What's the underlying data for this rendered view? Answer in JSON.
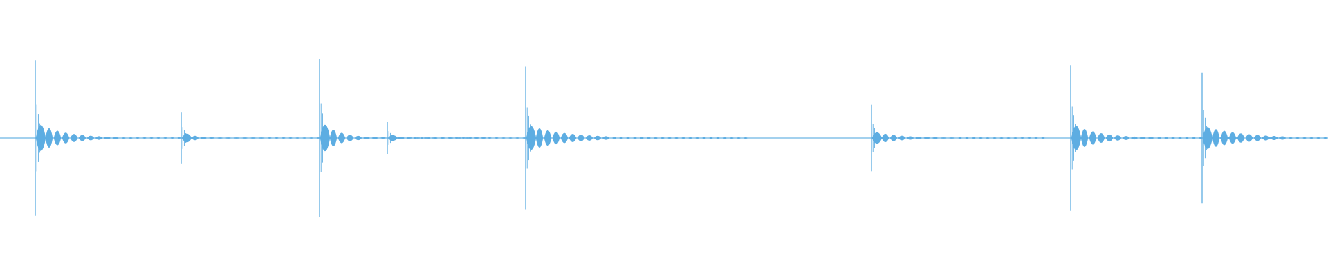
{
  "waveform": {
    "color": "#5DADE2",
    "background": "#FFFFFF",
    "events": [
      {
        "name": "transient-1",
        "strength": 0.98,
        "sustain": 0.8,
        "tail": 0.12
      },
      {
        "name": "transient-2",
        "strength": 0.32,
        "sustain": 0.38,
        "tail": 0.04
      },
      {
        "name": "transient-3",
        "strength": 1.0,
        "sustain": 0.62,
        "tail": 0.14
      },
      {
        "name": "transient-4",
        "strength": 0.2,
        "sustain": 0.24,
        "tail": 0.04
      },
      {
        "name": "transient-5",
        "strength": 0.9,
        "sustain": 0.88,
        "tail": 0.36
      },
      {
        "name": "transient-6",
        "strength": 0.42,
        "sustain": 0.78,
        "tail": 0.18
      },
      {
        "name": "transient-7",
        "strength": 0.92,
        "sustain": 0.78,
        "tail": 0.3
      },
      {
        "name": "transient-8",
        "strength": 0.82,
        "sustain": 0.88,
        "tail": 0.22
      }
    ]
  }
}
